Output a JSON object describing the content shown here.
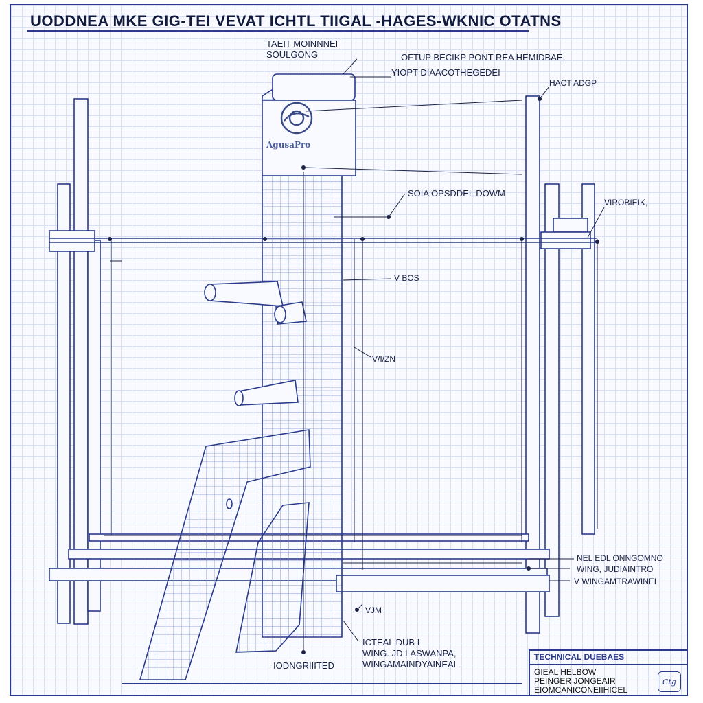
{
  "title": "UODDNEA MKE GIG-TEI VEVAT ICHTL TIIGAL -HAGES-WKNIC OTATNS",
  "logo": {
    "text": "AgusaPro",
    "icon": "gear-emblem-icon"
  },
  "labels": {
    "top_left_line1": "TAEIT MOINNNEI",
    "top_left_line2": "SOULGONG",
    "top_center_1": "OFTUP BECIKP PONT REA HEMIDBAE,",
    "top_center_2": "YIOPT DIAACOTHEGEDEI",
    "top_right": "HACT ADGP",
    "mid_upper": "SOIA OPSDDEL DOWM",
    "right_side": "VIROBIEIK,",
    "mid_1": "V BOS",
    "mid_2": "V/I/ZN",
    "bottom_right_1": "NEL EDL ONNGOMNO",
    "bottom_right_2": "WING, JUDIAINTRO",
    "bottom_right_3": "V WINGAMTRAWINEL",
    "bottom_mid_tag": "VJM",
    "bottom_center_1": "ICTEAL DUB I",
    "bottom_center_2": "WING. JD LASWANPA,",
    "bottom_center_3": "WINGAMAINDYAINEAL",
    "bottom_left": "IODNGRIIITED"
  },
  "title_block": {
    "header": "TECHNICAL DUEBAES",
    "line1": "GIEAL HELBOW",
    "line2": "PEINGER JONGEAIR",
    "line3": "EIOMCANICONEIIHICEL",
    "stamp": "Ctg"
  },
  "colors": {
    "ink": "#2a3a8c",
    "grid": "#d9e0f2",
    "paper": "#f8faff",
    "text": "#1b2244"
  }
}
